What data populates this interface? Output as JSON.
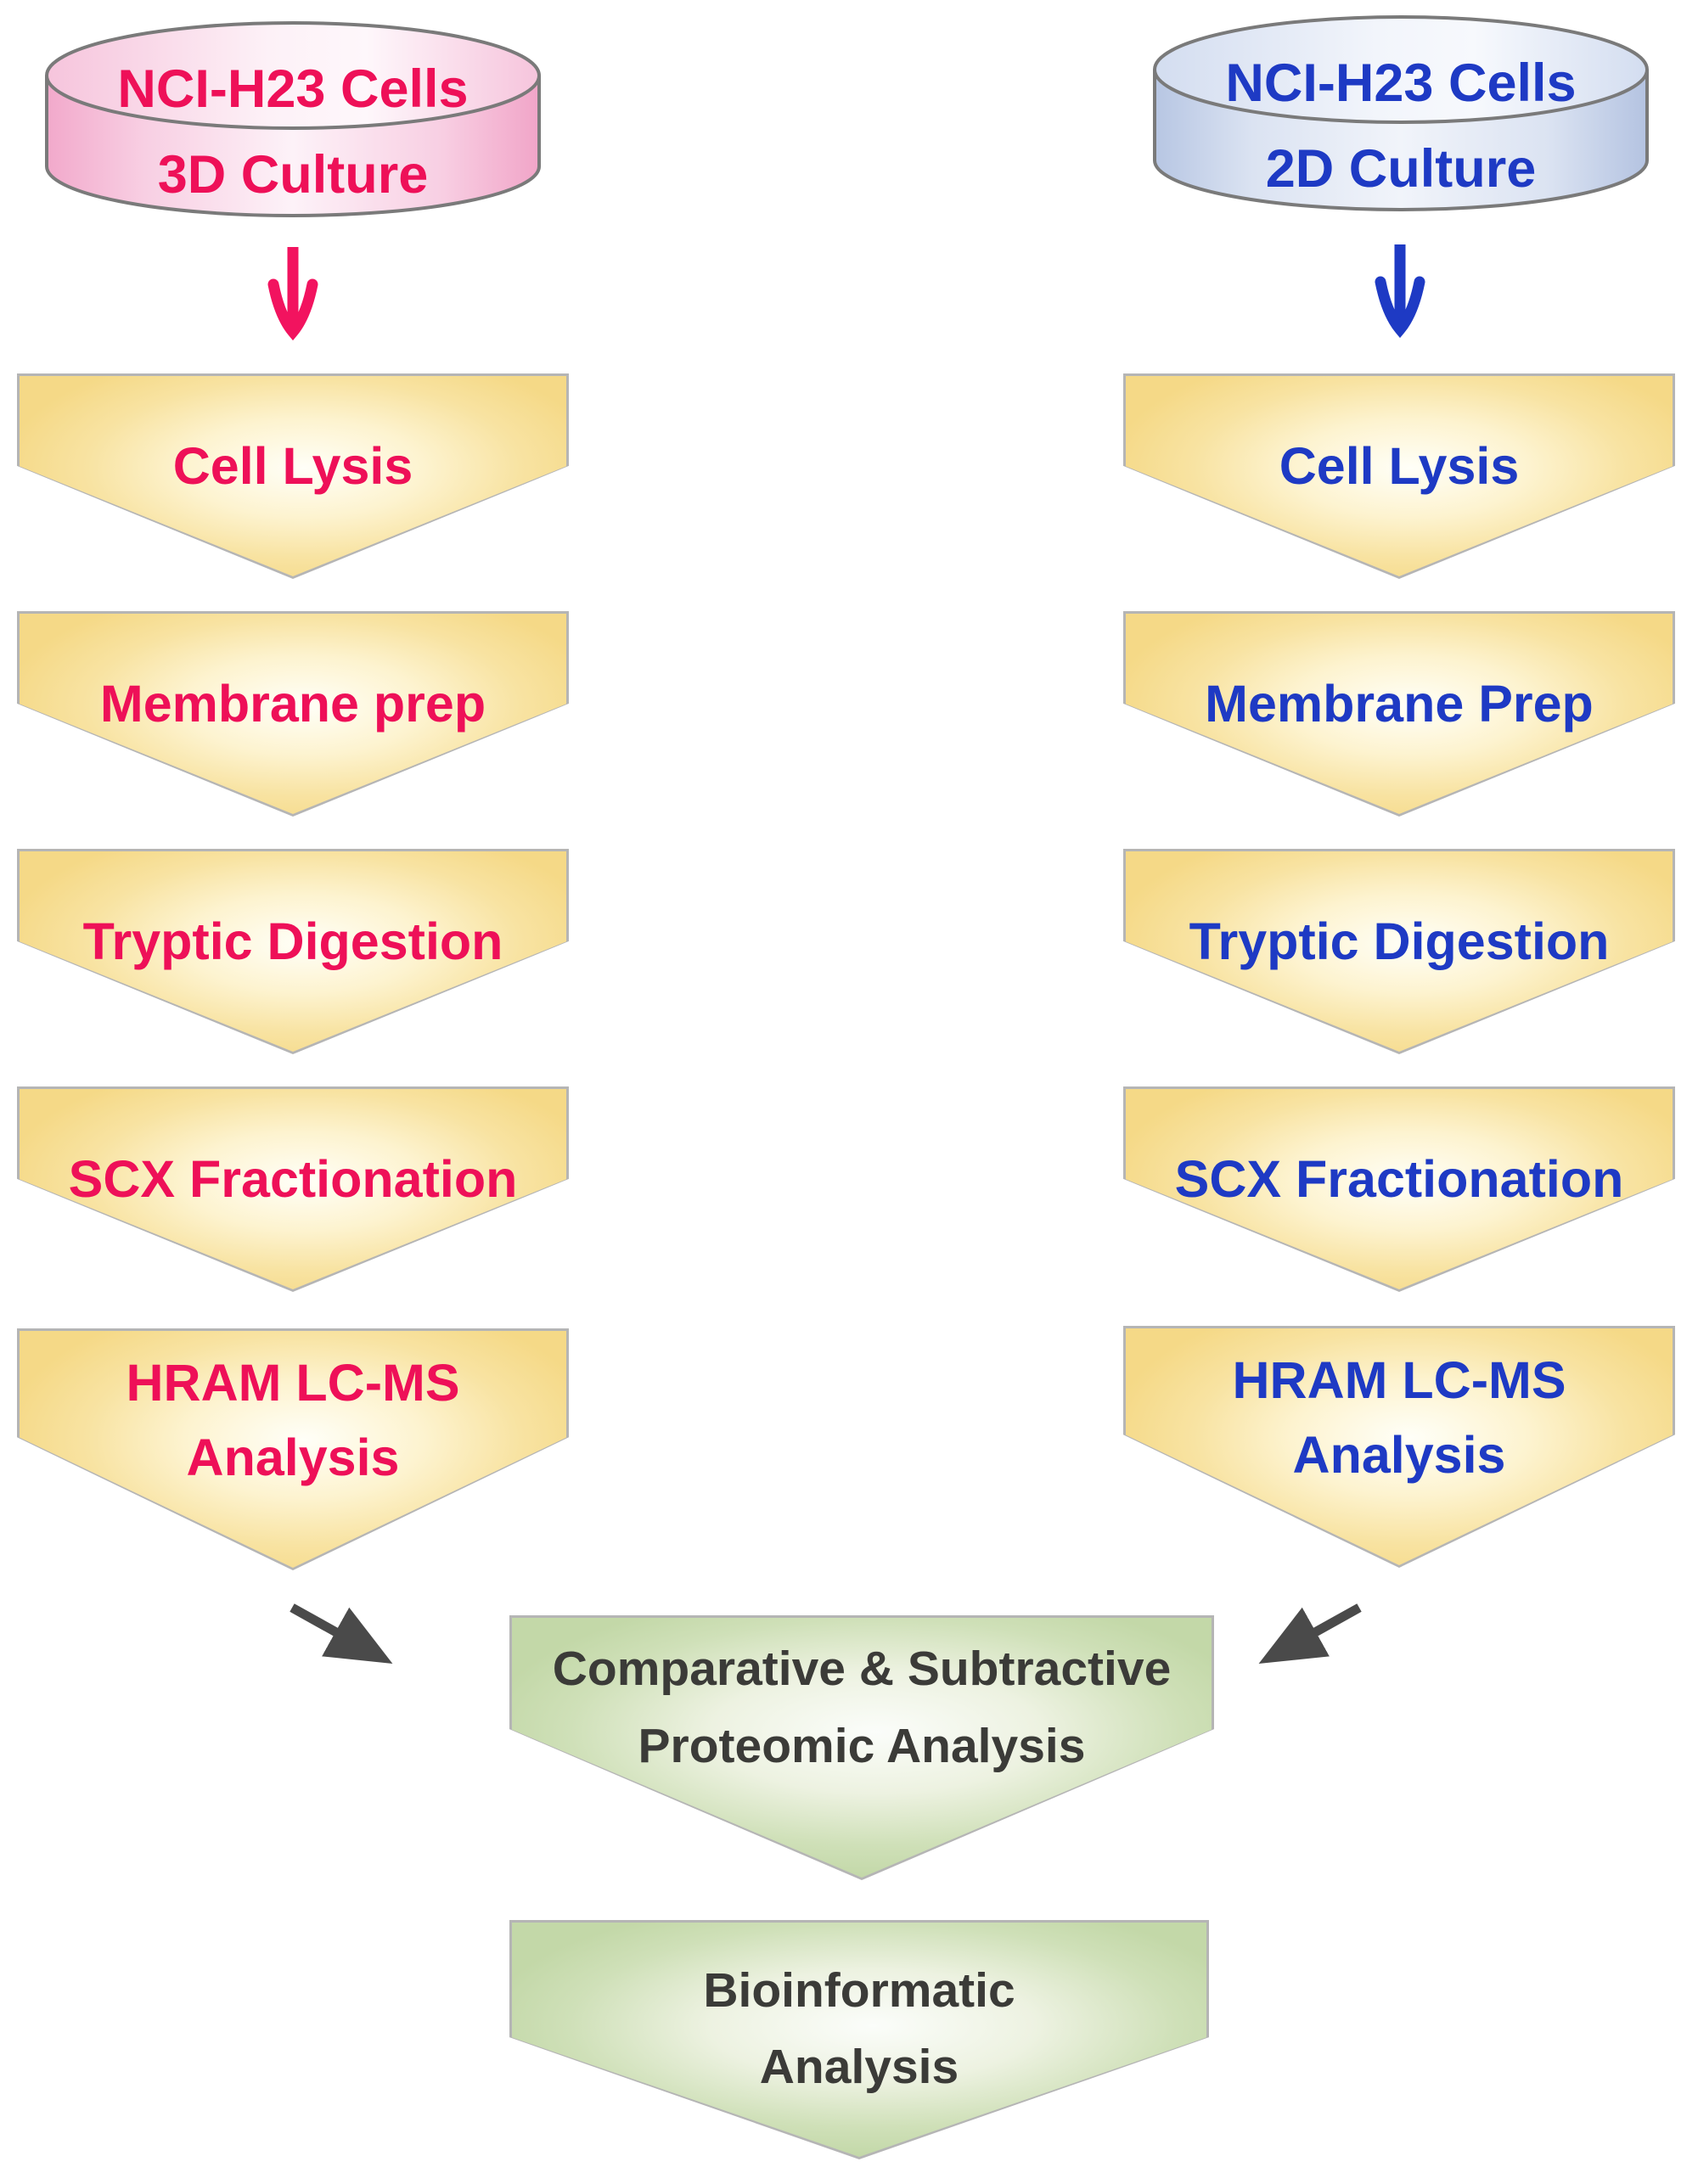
{
  "left_pipeline": {
    "cylinder": {
      "line1": "NCI-H23 Cells",
      "line2": "3D Culture"
    },
    "steps": [
      {
        "label": "Cell Lysis"
      },
      {
        "label": "Membrane prep"
      },
      {
        "label": "Tryptic Digestion"
      },
      {
        "label": "SCX Fractionation"
      },
      {
        "line1": "HRAM LC-MS",
        "line2": "Analysis"
      }
    ]
  },
  "right_pipeline": {
    "cylinder": {
      "line1": "NCI-H23 Cells",
      "line2": "2D Culture"
    },
    "steps": [
      {
        "label": "Cell Lysis"
      },
      {
        "label": "Membrane Prep"
      },
      {
        "label": "Tryptic Digestion"
      },
      {
        "label": "SCX Fractionation"
      },
      {
        "line1": "HRAM LC-MS",
        "line2": "Analysis"
      }
    ]
  },
  "merge": {
    "comparative": {
      "line1": "Comparative & Subtractive",
      "line2": "Proteomic Analysis"
    },
    "bioinformatic": {
      "line1": "Bioinformatic",
      "line2": "Analysis"
    }
  },
  "colors": {
    "pink_text": "#ee1058",
    "pink_arrow": "#f2135f",
    "blue_text": "#1e3ac4",
    "blue_arrow": "#1e3ac4",
    "gold_fill_edge": "#f5d987",
    "gold_fill_center": "#fffff8",
    "green_fill_edge": "#c3d8a8",
    "green_fill_center": "#fbfdfa",
    "merge_text": "#3b3b38",
    "merge_arrow": "#4a4a4a",
    "shape_border": "#b5b5b5",
    "cylinder_outline": "#7a7a7a",
    "pink_cylinder": "#f2a9cb",
    "blue_cylinder": "#b7c6e3"
  }
}
